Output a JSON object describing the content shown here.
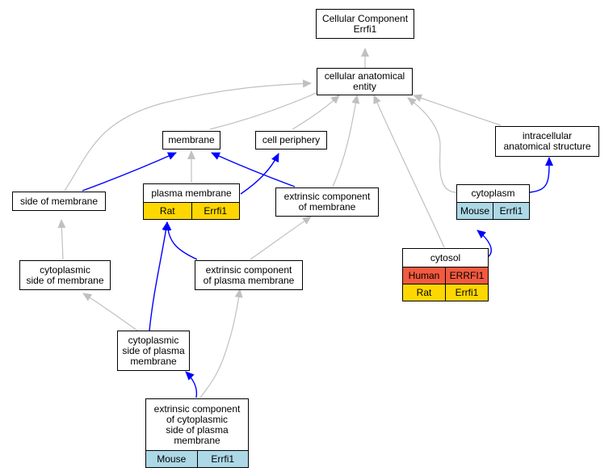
{
  "colors": {
    "is_a_edge": "#c0c0c0",
    "annotation_edge": "#0000ff",
    "human": "#f25a3f",
    "rat": "#ffd700",
    "mouse": "#add8e6"
  },
  "nodes": {
    "root": {
      "lines": [
        "Cellular Component",
        "Errfi1"
      ]
    },
    "cellular_anatomical_entity": {
      "lines": [
        "cellular anatomical",
        "entity"
      ]
    },
    "membrane": {
      "lines": [
        "membrane"
      ]
    },
    "cell_periphery": {
      "lines": [
        "cell periphery"
      ]
    },
    "intracellular_anatomical_structure": {
      "lines": [
        "intracellular",
        "anatomical structure"
      ]
    },
    "side_of_membrane": {
      "lines": [
        "side of membrane"
      ]
    },
    "plasma_membrane": {
      "lines": [
        "plasma membrane"
      ],
      "species": [
        [
          "Rat",
          "Errfi1"
        ]
      ]
    },
    "extrinsic_component_of_membrane": {
      "lines": [
        "extrinsic component",
        "of membrane"
      ]
    },
    "cytoplasm": {
      "lines": [
        "cytoplasm"
      ],
      "species": [
        [
          "Mouse",
          "Errfi1"
        ]
      ]
    },
    "cytoplasmic_side_of_membrane": {
      "lines": [
        "cytoplasmic",
        "side of membrane"
      ]
    },
    "extrinsic_component_of_plasma_membrane": {
      "lines": [
        "extrinsic component",
        "of plasma membrane"
      ]
    },
    "cytosol": {
      "lines": [
        "cytosol"
      ],
      "species": [
        [
          "Human",
          "ERRFI1"
        ],
        [
          "Rat",
          "Errfi1"
        ]
      ]
    },
    "cytoplasmic_side_of_plasma_membrane": {
      "lines": [
        "cytoplasmic",
        "side of plasma",
        "membrane"
      ]
    },
    "extrinsic_component_of_cytoplasmic_side_of_plasma_membrane": {
      "lines": [
        "extrinsic component",
        "of cytoplasmic",
        "side of plasma",
        "membrane"
      ],
      "species": [
        [
          "Mouse",
          "Errfi1"
        ]
      ]
    }
  }
}
